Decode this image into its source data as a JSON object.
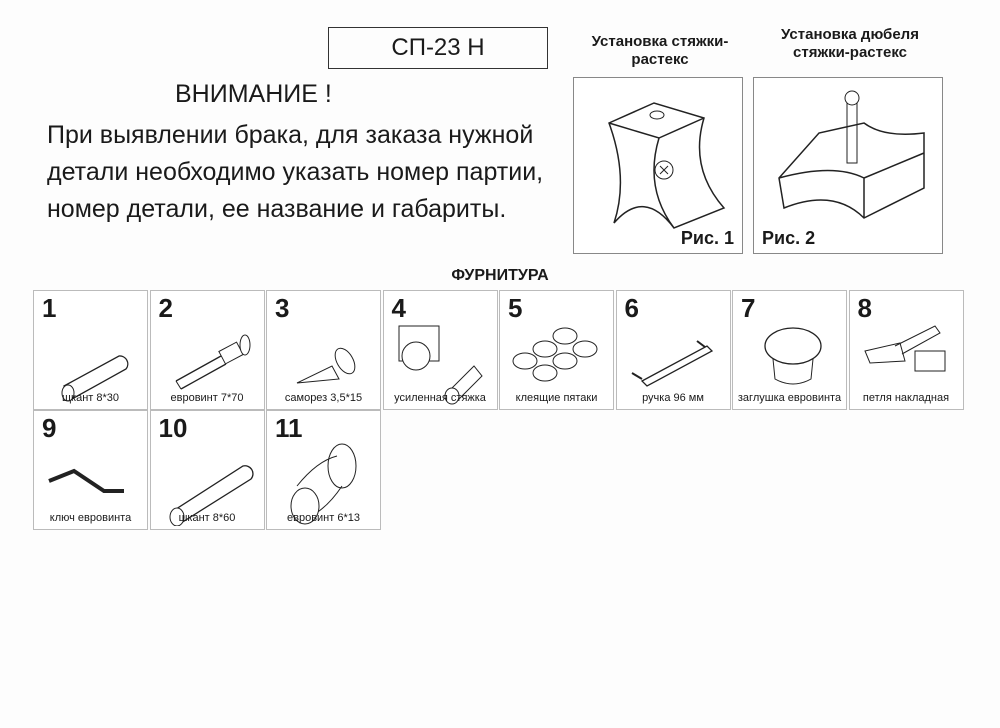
{
  "header": {
    "model": "СП-23 Н",
    "attention": "ВНИМАНИЕ !",
    "message": "При выявлении брака, для заказа нужной детали необходимо указать номер партии, номер детали, ее название и габариты."
  },
  "figures": [
    {
      "title": "Установка стяжки-растекс",
      "label": "Рис. 1"
    },
    {
      "title": "Установка дюбеля стяжки-растекс",
      "label": "Рис. 2"
    }
  ],
  "furniture": {
    "title": "ФУРНИТУРА",
    "items": [
      {
        "num": "1",
        "label": "щкант 8*30",
        "icon": "dowel"
      },
      {
        "num": "2",
        "label": "евровинт 7*70",
        "icon": "euroscrew"
      },
      {
        "num": "3",
        "label": "саморез 3,5*15",
        "icon": "screw"
      },
      {
        "num": "4",
        "label": "усиленная стяжка",
        "icon": "cam-lock"
      },
      {
        "num": "5",
        "label": "клеящие пятаки",
        "icon": "pads"
      },
      {
        "num": "6",
        "label": "ручка 96 мм",
        "icon": "handle"
      },
      {
        "num": "7",
        "label": "заглушка евровинта",
        "icon": "cap"
      },
      {
        "num": "8",
        "label": "петля накладная",
        "icon": "hinge"
      },
      {
        "num": "9",
        "label": "ключ евровинта",
        "icon": "hex-key"
      },
      {
        "num": "10",
        "label": "шкант 8*60",
        "icon": "dowel-long"
      },
      {
        "num": "11",
        "label": "евровинт 6*13",
        "icon": "euroscrew-short"
      }
    ]
  }
}
